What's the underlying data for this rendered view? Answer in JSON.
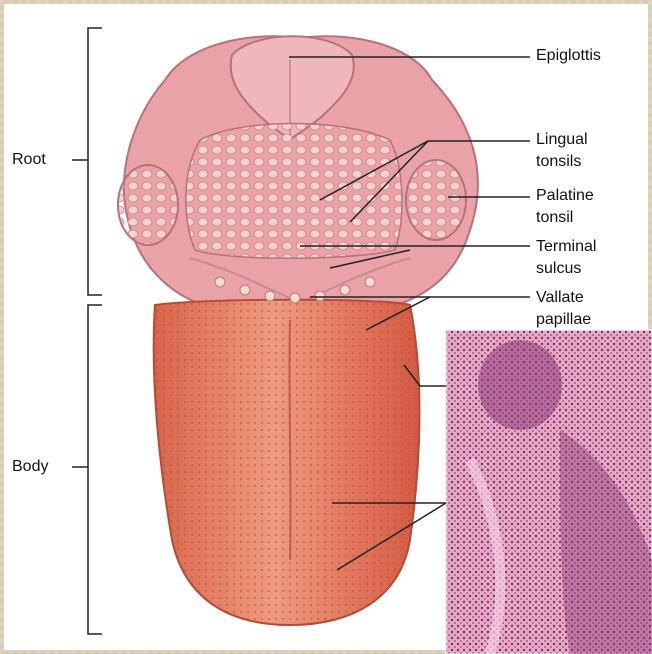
{
  "labels": {
    "root": "Root",
    "body": "Body",
    "epiglottis": "Epiglottis",
    "lingual_tonsils_1": "Lingual",
    "lingual_tonsils_2": "tonsils",
    "palatine_tonsil_1": "Palatine",
    "palatine_tonsil_2": "tonsil",
    "terminal_sulcus_1": "Terminal",
    "terminal_sulcus_2": "sulcus",
    "vallate_papillae_1": "Vallate",
    "vallate_papillae_2": "papillae"
  },
  "colors": {
    "background_texture": "#d9cdb5",
    "tongue_body": "#e07a60",
    "root_pink": "#e9a3a8",
    "histology": "#c9608f"
  }
}
